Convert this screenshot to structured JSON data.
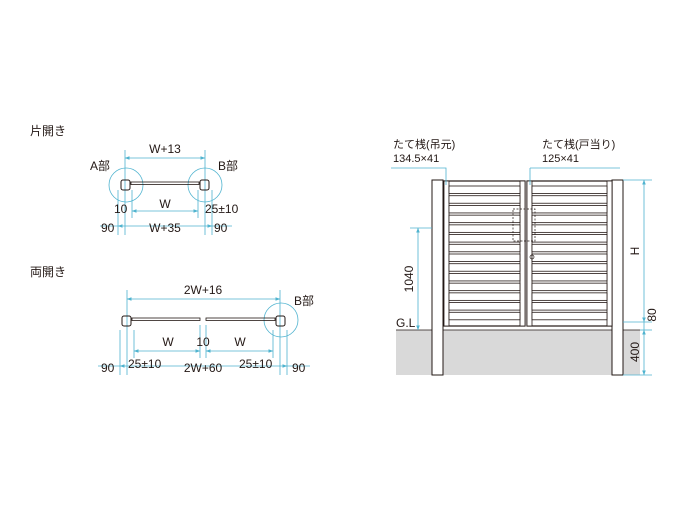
{
  "single": {
    "heading": "片開き",
    "top_dim": "W+13",
    "part_a": "A部",
    "part_b": "B部",
    "dim_10": "10",
    "dim_w": "W",
    "dim_tol": "25±10",
    "dim_90_left": "90",
    "dim_w35": "W+35",
    "dim_90_right": "90"
  },
  "double": {
    "heading": "両開き",
    "top_dim": "2W+16",
    "part_b": "B部",
    "dim_w_left": "W",
    "dim_10": "10",
    "dim_w_right": "W",
    "dim_90_left": "90",
    "dim_tol_left": "25±10",
    "dim_2w60": "2W+60",
    "dim_tol_right": "25±10",
    "dim_90_right": "90"
  },
  "elevation": {
    "hinge_stile_label": "たて桟(吊元)",
    "hinge_stile_size": "134.5×41",
    "latch_stile_label": "たて桟(戸当り)",
    "latch_stile_size": "125×41",
    "height_1040": "1040",
    "gl": "G.L",
    "h": "H",
    "dim_80": "80",
    "dim_400": "400"
  },
  "colors": {
    "dimension": "#4fb3cf",
    "ink": "#231815",
    "ground": "#d9d9d9"
  }
}
